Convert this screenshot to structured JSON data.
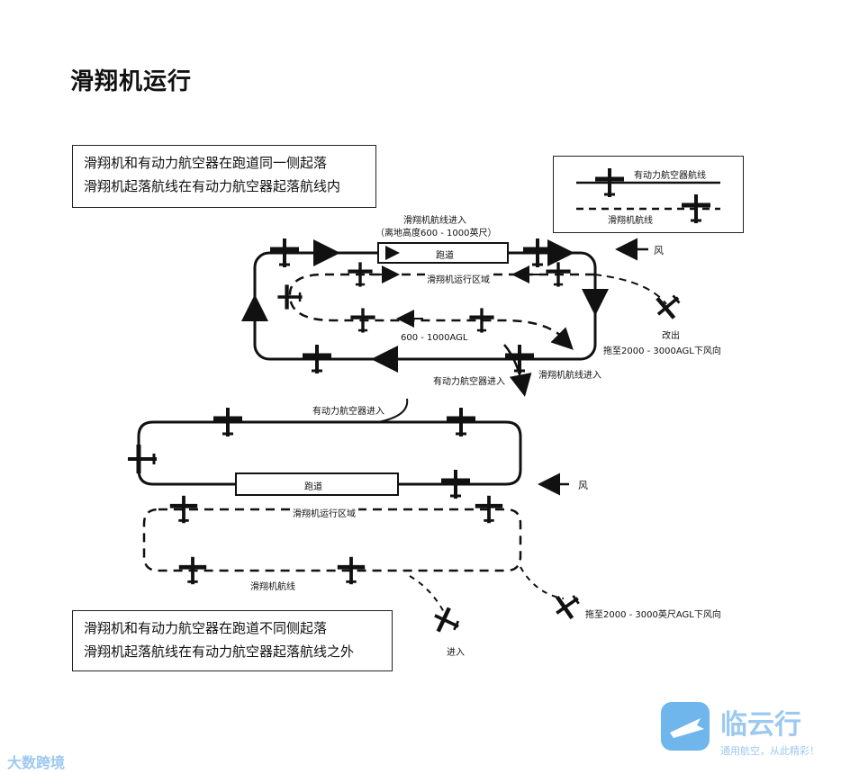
{
  "title": "滑翔机运行",
  "top_diagram": {
    "note_lines": [
      "滑翔机和有动力航空器在跑道同一侧起落",
      "滑翔机起落航线在有动力航空器起落航线内"
    ],
    "legend": {
      "powered": "有动力航空器航线",
      "glider": "滑翔机航线"
    },
    "glider_pattern_entry": "滑翔机航线进入",
    "glider_entry_altitude": "（离地高度600 - 1000英尺）",
    "runway": "跑道",
    "glider_area": "滑翔机运行区域",
    "wind": "风",
    "release": "改出",
    "tow_label": "拖至2000 - 3000AGL下风向",
    "altitude": "600 - 1000AGL",
    "glider_entry_bottom": "滑翔机航线进入",
    "powered_entry": "有动力航空器进入"
  },
  "bottom_diagram": {
    "powered_entry": "有动力航空器进入",
    "runway": "跑道",
    "wind": "风",
    "glider_area": "滑翔机运行区域",
    "glider_pattern": "滑翔机航线",
    "tow_label": "拖至2000 - 3000英尺AGL下风向",
    "entry": "进入",
    "note_lines": [
      "滑翔机和有动力航空器在跑道不同侧起落",
      "滑翔机起落航线在有动力航空器起落航线之外"
    ]
  },
  "watermarks": {
    "left": "大数跨境",
    "brand": "临云行",
    "slogan": "通用航空，从此精彩！"
  },
  "colors": {
    "ink": "#111111",
    "watermark": "#9cc9f0"
  }
}
